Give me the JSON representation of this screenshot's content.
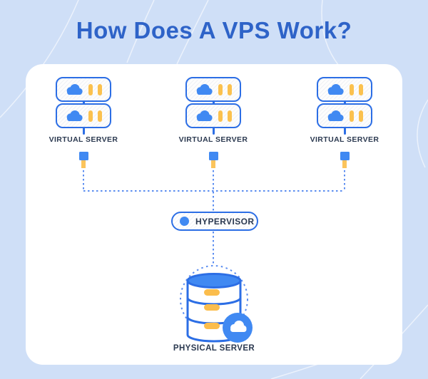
{
  "title": "How Does A VPS Work?",
  "virtual_servers": [
    {
      "label": "VIRTUAL SERVER"
    },
    {
      "label": "VIRTUAL SERVER"
    },
    {
      "label": "VIRTUAL SERVER"
    }
  ],
  "hypervisor": {
    "label": "HYPERVISOR"
  },
  "physical_server": {
    "label": "PHYSICAL SERVER"
  },
  "icons": {
    "virtual_server": "server-rack-with-cloud-icon",
    "hypervisor": "blue-dot-icon",
    "physical_server": "database-cylinder-with-cloud-badge-icon",
    "connector": "plug-square-icon"
  },
  "colors": {
    "background": "#cfdff7",
    "card": "#ffffff",
    "title": "#2e63c8",
    "outline_blue": "#2c6ee5",
    "icon_blue": "#4089f2",
    "accent_orange": "#fbc14e",
    "stem_orange": "#fbc45c",
    "label_navy": "#2b3950",
    "dotted_line": "#5b8df0"
  }
}
